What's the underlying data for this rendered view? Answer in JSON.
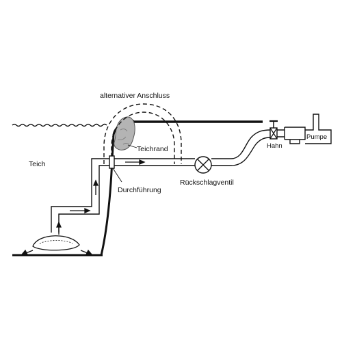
{
  "labels": {
    "alternative_connection": "alternativer Anschluss",
    "pond": "Teich",
    "pond_edge": "Teichrand",
    "passthrough": "Durchführung",
    "check_valve": "Rückschlagventil",
    "tap": "Hahn",
    "pump": "Pumpe"
  },
  "colors": {
    "line": "#111111",
    "stone": "#b4b4b4",
    "background": "#ffffff"
  }
}
